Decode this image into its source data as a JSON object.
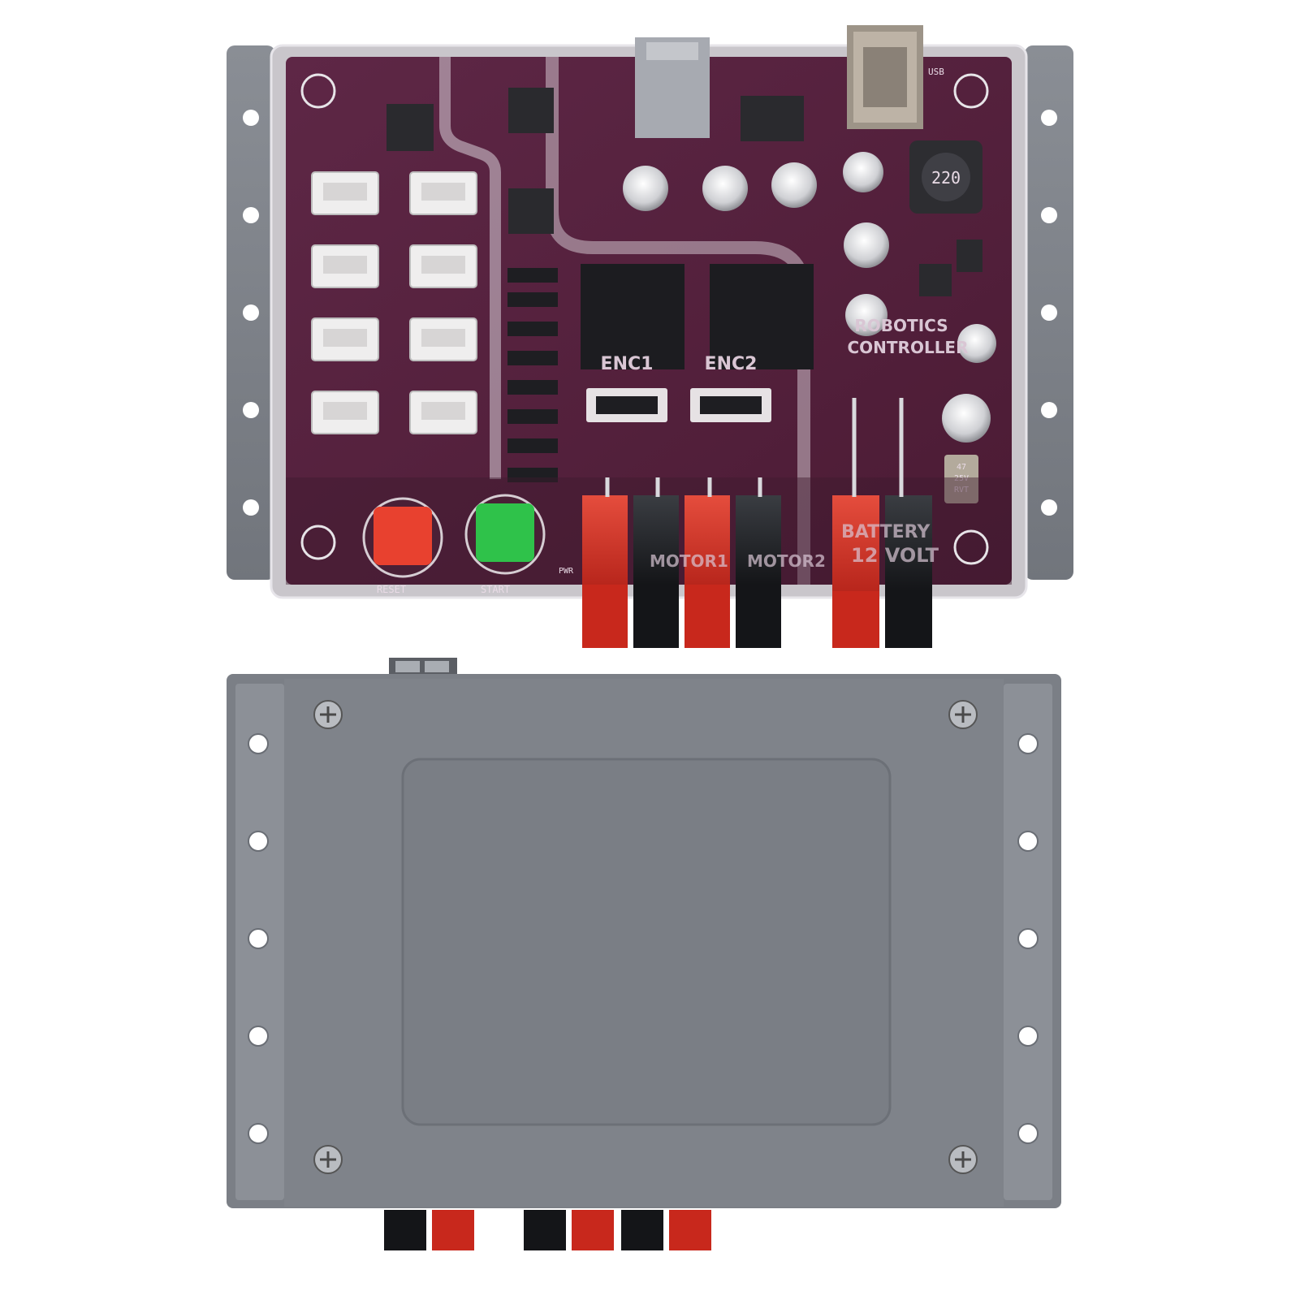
{
  "product": {
    "top_view": {
      "board_text": {
        "robotics_label": "ROBOTICS",
        "controller_label": "CONTROLLER",
        "enc1_label": "ENC1",
        "enc2_label": "ENC2",
        "motor1_label": "MOTOR1",
        "motor2_label": "MOTOR2",
        "battery_label": "BATTERY",
        "volt_label": "12 VOLT",
        "usb_label": "USB",
        "inductor_value": "220",
        "cap_text_1": "47",
        "cap_text_2": "25V",
        "cap_text_3": "RVT",
        "reset_label": "RESET",
        "start_label": "START",
        "pwr_label": "PWR"
      },
      "buttons": {
        "reset_color": "#e8412f",
        "start_color": "#2fc24a"
      },
      "pcb_color": "#5a2340"
    },
    "bottom_view": {
      "housing_color": "#7b7f86"
    }
  }
}
